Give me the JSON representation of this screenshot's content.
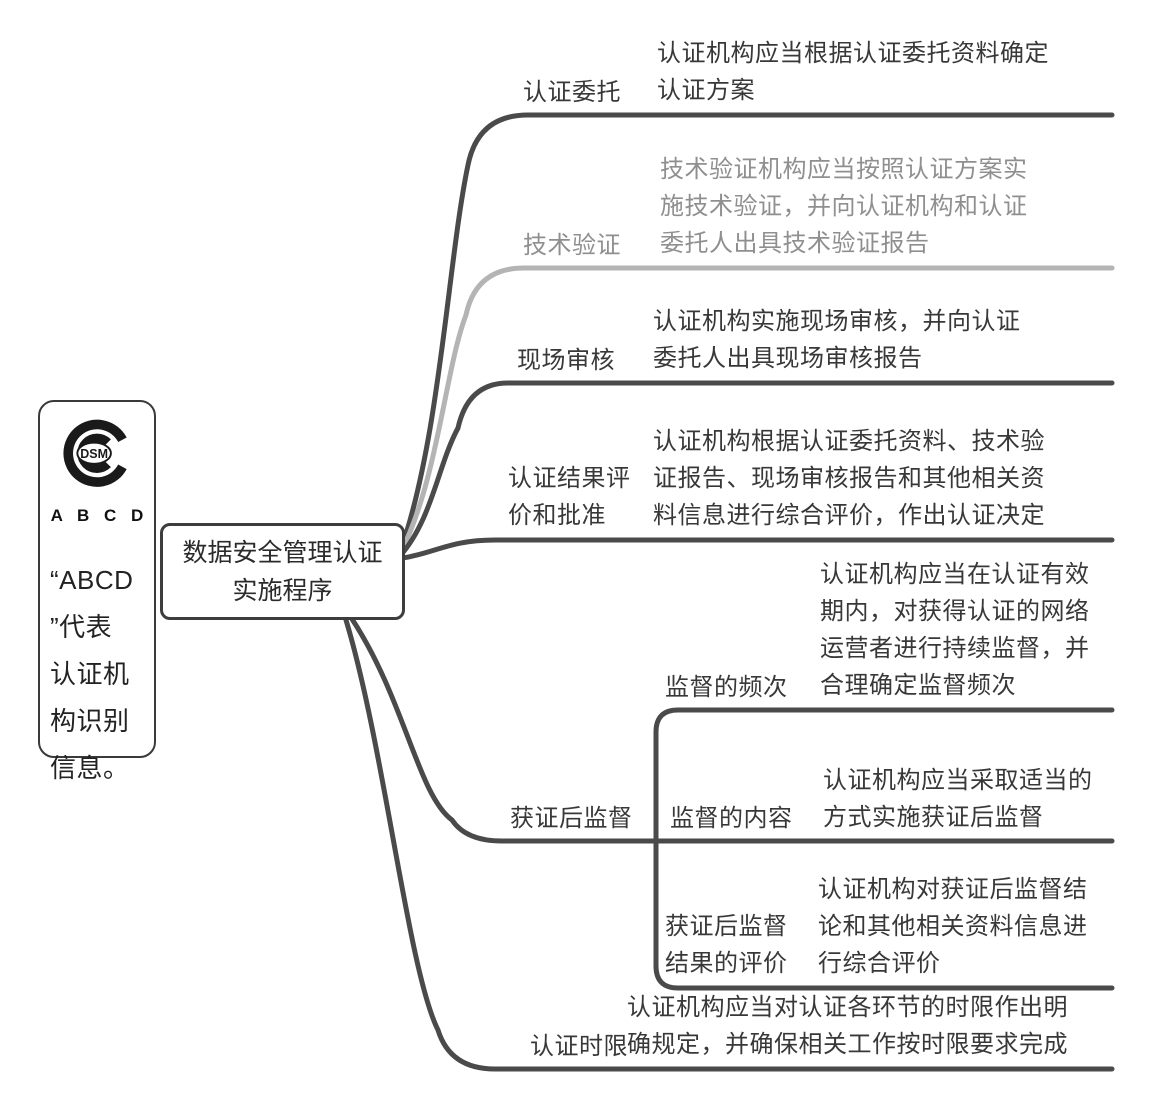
{
  "colors": {
    "line_dark": "#4a4a4a",
    "line_gray": "#b4b4b4",
    "text_dark": "#383838",
    "text_gray": "#8f8f8f",
    "box_border": "#3a3a3a"
  },
  "legend_box": {
    "logo_text": "DSM",
    "logo_letters": "A B C D",
    "note": "“ABCD\n”代表\n认证机\n构识别\n信息。"
  },
  "root": {
    "title": "数据安全管理认证\n实施程序"
  },
  "branches": [
    {
      "label": "认证委托",
      "desc": "认证机构应当根据认证委托资料确定\n认证方案",
      "tone": "dark"
    },
    {
      "label": "技术验证",
      "desc": "技术验证机构应当按照认证方案实\n施技术验证，并向认证机构和认证\n委托人出具技术验证报告",
      "tone": "gray"
    },
    {
      "label": "现场审核",
      "desc": "认证机构实施现场审核，并向认证\n委托人出具现场审核报告",
      "tone": "dark"
    },
    {
      "label": "认证结果评\n价和批准",
      "desc": "认证机构根据认证委托资料、技术验\n证报告、现场审核报告和其他相关资\n料信息进行综合评价，作出认证决定",
      "tone": "dark"
    },
    {
      "label": "获证后监督",
      "tone": "dark",
      "children": [
        {
          "label": "监督的频次",
          "desc": "认证机构应当在认证有效\n期内，对获得认证的网络\n运营者进行持续监督，并\n合理确定监督频次"
        },
        {
          "label": "监督的内容",
          "desc": "认证机构应当采取适当的\n方式实施获证后监督"
        },
        {
          "label": "获证后监督\n结果的评价",
          "desc": "认证机构对获证后监督结\n论和其他相关资料信息进\n行综合评价"
        }
      ]
    },
    {
      "label": "认证时限",
      "desc": "认证机构应当对认证各环节的时限作出明\n确规定，并确保相关工作按时限要求完成",
      "tone": "dark"
    }
  ]
}
